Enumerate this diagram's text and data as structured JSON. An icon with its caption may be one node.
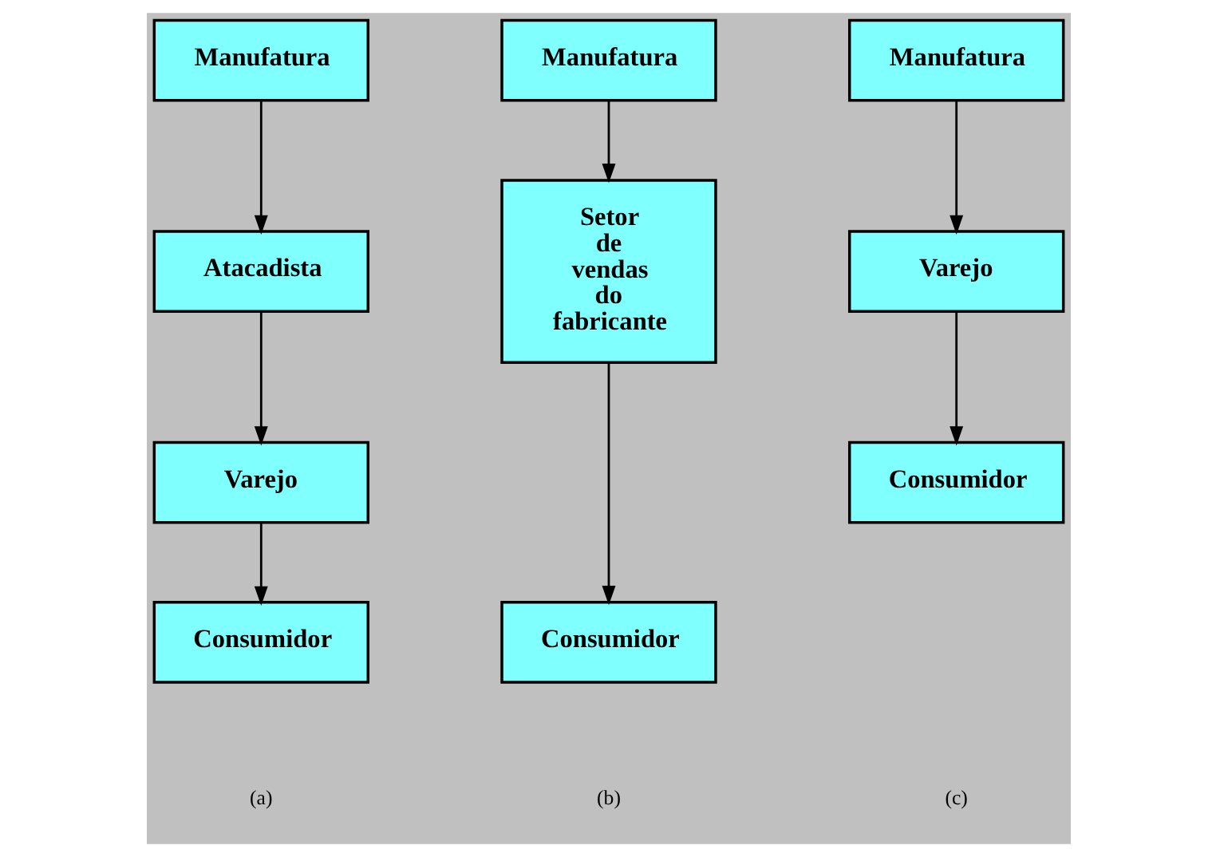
{
  "diagram": {
    "nodes": [
      {
        "text": [
          "Manufatura"
        ]
      },
      {
        "text": [
          "Atacadista"
        ]
      },
      {
        "text": [
          "Varejo"
        ]
      },
      {
        "text": [
          "Consumidor"
        ]
      },
      {
        "text": [
          "Manufatura"
        ]
      },
      {
        "text": [
          "Setor de vendas do fabricante"
        ]
      },
      {
        "text": [
          "Consumidor"
        ]
      },
      {
        "text": [
          "Manufatura"
        ]
      },
      {
        "text": [
          "Varejo"
        ]
      },
      {
        "text": [
          "Consumidor"
        ]
      }
    ],
    "edges": [
      {
        "from": 0,
        "to": 1,
        "arrow": "to"
      },
      {
        "from": 1,
        "to": 2,
        "arrow": "to"
      },
      {
        "from": 2,
        "to": 3,
        "arrow": "to"
      },
      {
        "from": 4,
        "to": 5,
        "arrow": "to"
      },
      {
        "from": 5,
        "to": 6,
        "arrow": "to"
      },
      {
        "from": 7,
        "to": 8,
        "arrow": "to"
      },
      {
        "from": 8,
        "to": 9,
        "arrow": "to"
      }
    ],
    "labels": [
      "(a)",
      "(b)",
      "(c)"
    ]
  }
}
